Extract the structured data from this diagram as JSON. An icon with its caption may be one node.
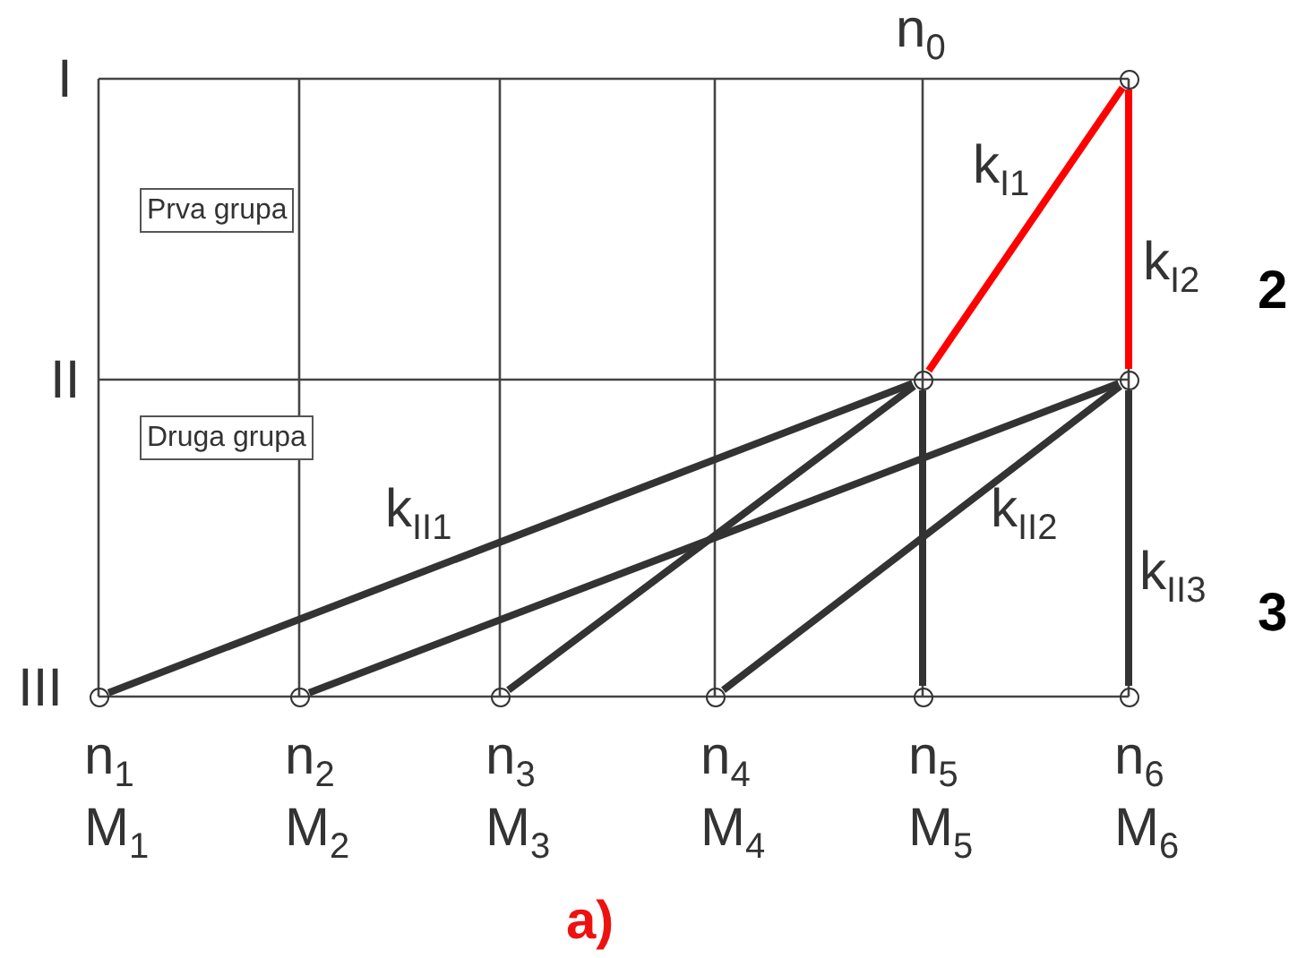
{
  "diagram": {
    "caption": "a)",
    "nodes": [
      {
        "text": [],
        "shape": "circle",
        "beside": [
          "n$_{0}$"
        ]
      },
      {
        "text": [
          "Prva grupa"
        ]
      },
      {
        "text": [],
        "shape": "circle"
      },
      {
        "text": [],
        "shape": "circle"
      },
      {
        "text": [
          "Druga grupa"
        ]
      },
      {
        "text": [],
        "shape": "circle",
        "beside": [
          "n$_{1}$",
          "M$_{1}$"
        ]
      },
      {
        "text": [],
        "shape": "circle",
        "beside": [
          "n$_{2}$",
          "M$_{2}$"
        ]
      },
      {
        "text": [],
        "shape": "circle",
        "beside": [
          "n$_{3}$",
          "M$_{3}$"
        ]
      },
      {
        "text": [],
        "shape": "circle",
        "beside": [
          "n$_{4}$",
          "M$_{4}$"
        ]
      },
      {
        "text": [],
        "shape": "circle",
        "beside": [
          "n$_{5}$",
          "M$_{5}$"
        ]
      },
      {
        "text": [],
        "shape": "circle",
        "beside": [
          "n$_{6}$",
          "M$_{6}$"
        ]
      }
    ],
    "edges": [
      {
        "from": 0,
        "to": 2,
        "arrow": "none",
        "label": "k$_{I1}$",
        "color": "#ff0000"
      },
      {
        "from": 0,
        "to": 3,
        "arrow": "none",
        "label": "k$_{I2}$",
        "color": "#ff0000"
      },
      {
        "from": 2,
        "to": 5,
        "arrow": "none",
        "label": "k$_{II1}$"
      },
      {
        "from": 2,
        "to": 7,
        "arrow": "none"
      },
      {
        "from": 2,
        "to": 9,
        "arrow": "none"
      },
      {
        "from": 3,
        "to": 6,
        "arrow": "none"
      },
      {
        "from": 3,
        "to": 8,
        "arrow": "none",
        "label": "k$_{II2}$"
      },
      {
        "from": 3,
        "to": 10,
        "arrow": "none",
        "label": "k$_{II3}$"
      }
    ],
    "labels": [
      "I",
      "II",
      "III",
      "2",
      "3"
    ]
  }
}
